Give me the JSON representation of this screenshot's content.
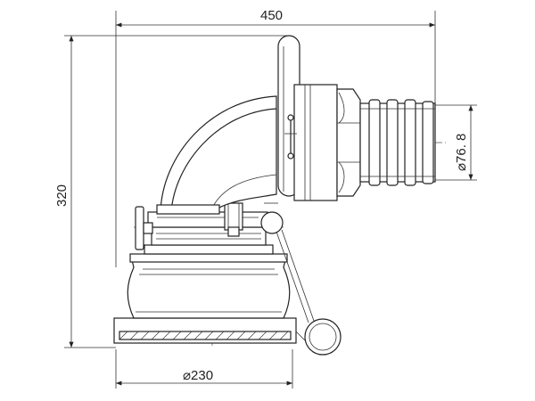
{
  "dimensions": {
    "width_label": "450",
    "height_label": "320",
    "coupling_diameter_label": "⌀76. 8",
    "base_diameter_label": "⌀230"
  },
  "colors": {
    "line": "#222222",
    "background": "#ffffff"
  }
}
